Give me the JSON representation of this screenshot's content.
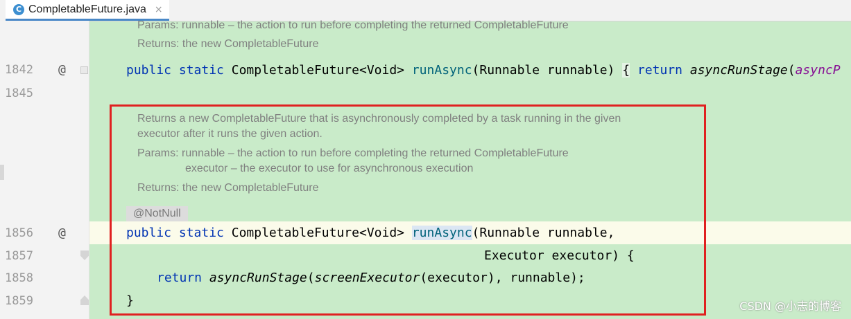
{
  "tab": {
    "title": "CompletableFuture.java",
    "icon_letter": "C",
    "close_glyph": "×"
  },
  "doc1": {
    "params": "Params:  runnable – the action to run before completing the returned CompletableFuture",
    "returns": "Returns:  the new CompletableFuture"
  },
  "doc2": {
    "line1": "Returns a new CompletableFuture that is asynchronously completed by a task running in the given",
    "line2": "executor after it runs the given action.",
    "params1": "Params:  runnable – the action to run before completing the returned CompletableFuture",
    "params2": "executor – the executor to use for asynchronous execution",
    "returns": "Returns:  the new CompletableFuture"
  },
  "gutter": {
    "l1842": "1842",
    "l1845": "1845",
    "l1856": "1856",
    "l1857": "1857",
    "l1858": "1858",
    "l1859": "1859",
    "at_symbol": "@"
  },
  "annotation": "@NotNull",
  "code": {
    "l1842": {
      "kw1": "public",
      "kw2": "static",
      "type": "CompletableFuture<Void>",
      "name": "runAsync",
      "args": "(Runnable runnable)",
      "brace": "{",
      "ret": "return",
      "call": "asyncRunStage",
      "paren": "(",
      "tail": "asyncP"
    },
    "l1856": {
      "kw1": "public",
      "kw2": "static",
      "type": "CompletableFuture<Void>",
      "name": "runAsync",
      "args": "(Runnable runnable,"
    },
    "l1857": {
      "text": "Executor executor) {"
    },
    "l1858": {
      "ret": "return",
      "call1": "asyncRunStage",
      "p1": "(",
      "call2": "screenExecutor",
      "rest": "(executor), runnable);"
    },
    "l1859": {
      "text": "}"
    }
  },
  "watermark": "CSDN @小志的博客",
  "colors": {
    "background": "#c9ebc9",
    "keyword": "#0033b3",
    "method": "#00627a",
    "highlight_box": "#e02020"
  },
  "icons": [
    "java-class-icon",
    "close-icon",
    "fold-marker-icon"
  ]
}
